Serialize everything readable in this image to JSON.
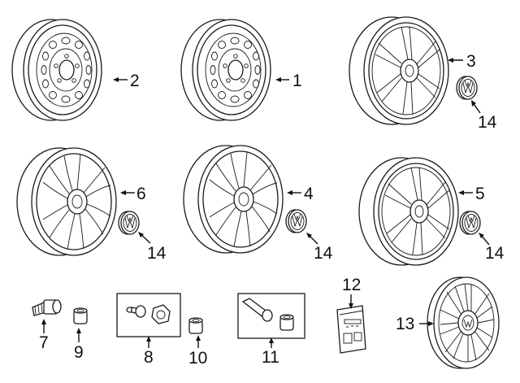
{
  "callouts": {
    "c1": "1",
    "c2": "2",
    "c3": "3",
    "c4": "4",
    "c5": "5",
    "c6": "6",
    "c7": "7",
    "c8": "8",
    "c9": "9",
    "c10": "10",
    "c11": "11",
    "c12": "12",
    "c13": "13",
    "c14a": "14",
    "c14b": "14",
    "c14c": "14",
    "c14d": "14"
  },
  "icons": {
    "steel_wheel": "steel-wheel-icon",
    "alloy_wheel": "alloy-wheel-icon",
    "center_cap": "vw-center-cap-icon",
    "lug_bolt": "lug-bolt-icon",
    "lock_bolt": "wheel-lock-bolt-icon",
    "valve_stem": "tpms-valve-stem-icon",
    "label_packet": "label-packet-icon",
    "wheel_cover": "wheel-cover-icon"
  },
  "colors": {
    "line": "#1a1a1a",
    "background": "#ffffff"
  }
}
